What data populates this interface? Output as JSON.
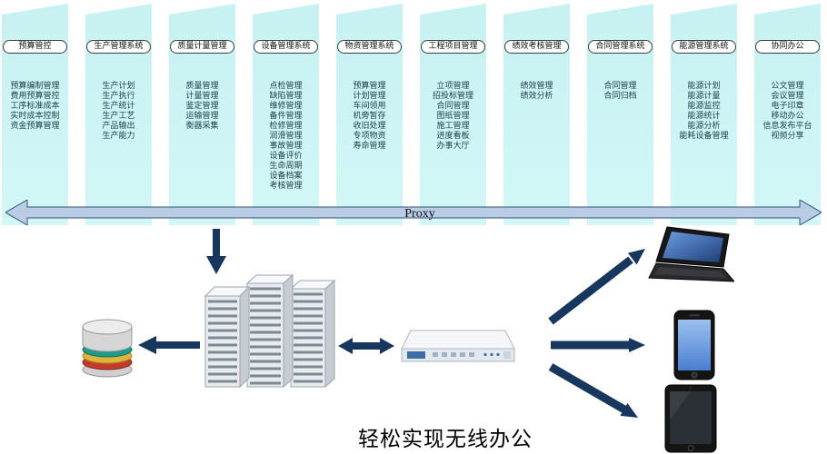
{
  "page": {
    "proxy_label": "Proxy",
    "caption": "轻松实现无线办公"
  },
  "columns": [
    {
      "title": "预算管控",
      "items": [
        "预算编制管理",
        "费用预算管控",
        "工序标准成本",
        "实时成本控制",
        "资金预算管理"
      ]
    },
    {
      "title": "生产管理系统",
      "items": [
        "生产计划",
        "生产执行",
        "生产统计",
        "生产工艺",
        "产品输出",
        "生产能力"
      ]
    },
    {
      "title": "质量计量管理",
      "items": [
        "质量管理",
        "计量管理",
        "鉴定管理",
        "运输管理",
        "衡器采集"
      ]
    },
    {
      "title": "设备管理系统",
      "items": [
        "点检管理",
        "缺陷管理",
        "维修管理",
        "备件管理",
        "检修管理",
        "润滑管理",
        "事故管理",
        "设备评价",
        "生命周期",
        "设备档案",
        "考核管理"
      ]
    },
    {
      "title": "物资管理系统",
      "items": [
        "预算管理",
        "计划管理",
        "车间领用",
        "机旁暂存",
        "收旧处理",
        "专项物资",
        "寿命管理"
      ]
    },
    {
      "title": "工程项目管理",
      "items": [
        "立项管理",
        "招投标管理",
        "合同管理",
        "图纸管理",
        "施工管理",
        "进度看板",
        "办事大厅"
      ]
    },
    {
      "title": "绩效考核管理",
      "items": [
        "绩效管理",
        "绩效分析"
      ]
    },
    {
      "title": "合同管理系统",
      "items": [
        "合同管理",
        "合同归档"
      ]
    },
    {
      "title": "能源管理系统",
      "items": [
        "能源计划",
        "能源计量",
        "能源监控",
        "能源统计",
        "能源分析",
        "能耗设备管理"
      ]
    },
    {
      "title": "协同办公",
      "items": [
        "公文管理",
        "会议管理",
        "电子印章",
        "移动办公",
        "信息发布平台",
        "视频分享"
      ]
    }
  ],
  "icons": {
    "database": "database-cylinder-icon",
    "servers": "server-rack-icon",
    "router": "network-router-icon",
    "laptop": "laptop-icon",
    "phone": "smartphone-icon",
    "tablet": "tablet-icon"
  },
  "colors": {
    "strip": "#cdf4f4",
    "proxy_fill": "#b9cce4",
    "proxy_stroke": "#31547e",
    "arrow": "#17375e"
  }
}
